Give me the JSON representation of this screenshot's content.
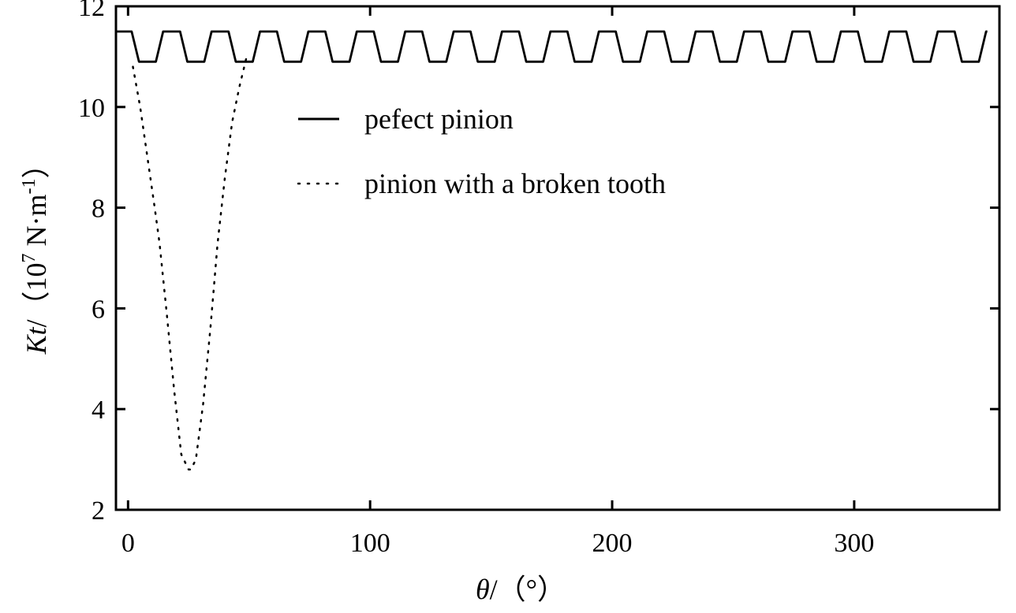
{
  "chart_data": {
    "type": "line",
    "title": "",
    "xlabel": {
      "var": "θ",
      "rest": "/（°）"
    },
    "ylabel": {
      "var": "Kt",
      "rest": "/（10",
      "sup": "7",
      "unit": " N·m",
      "unit_sup": "-1",
      "close": "）"
    },
    "xlim": [
      -5,
      360
    ],
    "ylim": [
      2,
      12
    ],
    "xticks": [
      "0",
      "100",
      "200",
      "300"
    ],
    "xtick_values": [
      0,
      100,
      200,
      300
    ],
    "yticks": [
      "2",
      "4",
      "6",
      "8",
      "10",
      "12"
    ],
    "ytick_values": [
      2,
      4,
      6,
      8,
      10,
      12
    ],
    "grid": false,
    "legend_position": "upper-center",
    "color": "#000000",
    "series": [
      {
        "name": "pefect pinion",
        "style": "solid",
        "periodic": {
          "period": 20,
          "start": -5,
          "end": 360,
          "high": 11.5,
          "low": 10.9,
          "pattern": [
            [
              0,
              11.5
            ],
            [
              6.5,
              11.5
            ],
            [
              9.5,
              10.9
            ],
            [
              16.5,
              10.9
            ],
            [
              19.5,
              11.5
            ],
            [
              20,
              11.5
            ]
          ]
        }
      },
      {
        "name": "pinion with a broken tooth",
        "style": "dotted",
        "x": [
          2,
          5,
          8,
          11,
          13,
          16,
          19,
          22,
          25,
          26,
          28,
          31,
          34,
          37,
          40,
          43,
          46,
          49
        ],
        "y": [
          10.8,
          10.0,
          9.0,
          8.0,
          7.3,
          5.9,
          4.4,
          3.1,
          2.8,
          2.8,
          3.0,
          4.1,
          5.6,
          7.3,
          8.6,
          9.7,
          10.4,
          11.0
        ]
      }
    ]
  }
}
